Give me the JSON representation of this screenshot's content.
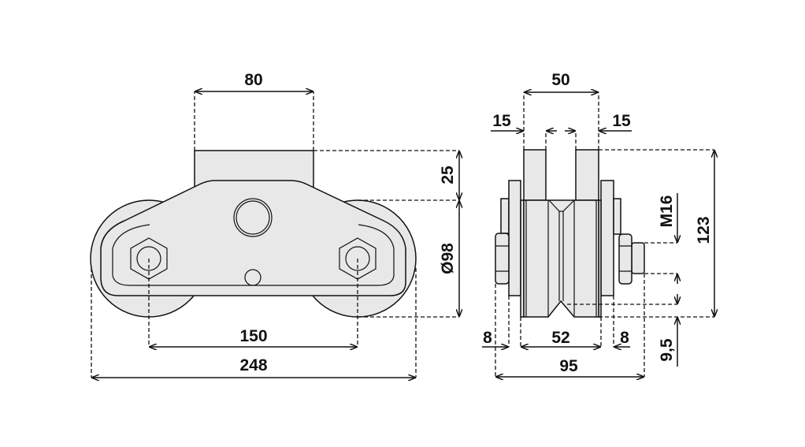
{
  "front_view": {
    "width_mount": "80",
    "mount_height": "25",
    "wheel_diameter": "Ø98",
    "axle_spacing": "150",
    "overall_length": "248"
  },
  "side_view": {
    "flange_span": "50",
    "flange_left": "15",
    "flange_right": "15",
    "overall_height": "123",
    "thread": "M16",
    "offset": "9,5",
    "washer_left": "8",
    "wheel_width": "52",
    "washer_right": "8",
    "overall_width": "95"
  }
}
